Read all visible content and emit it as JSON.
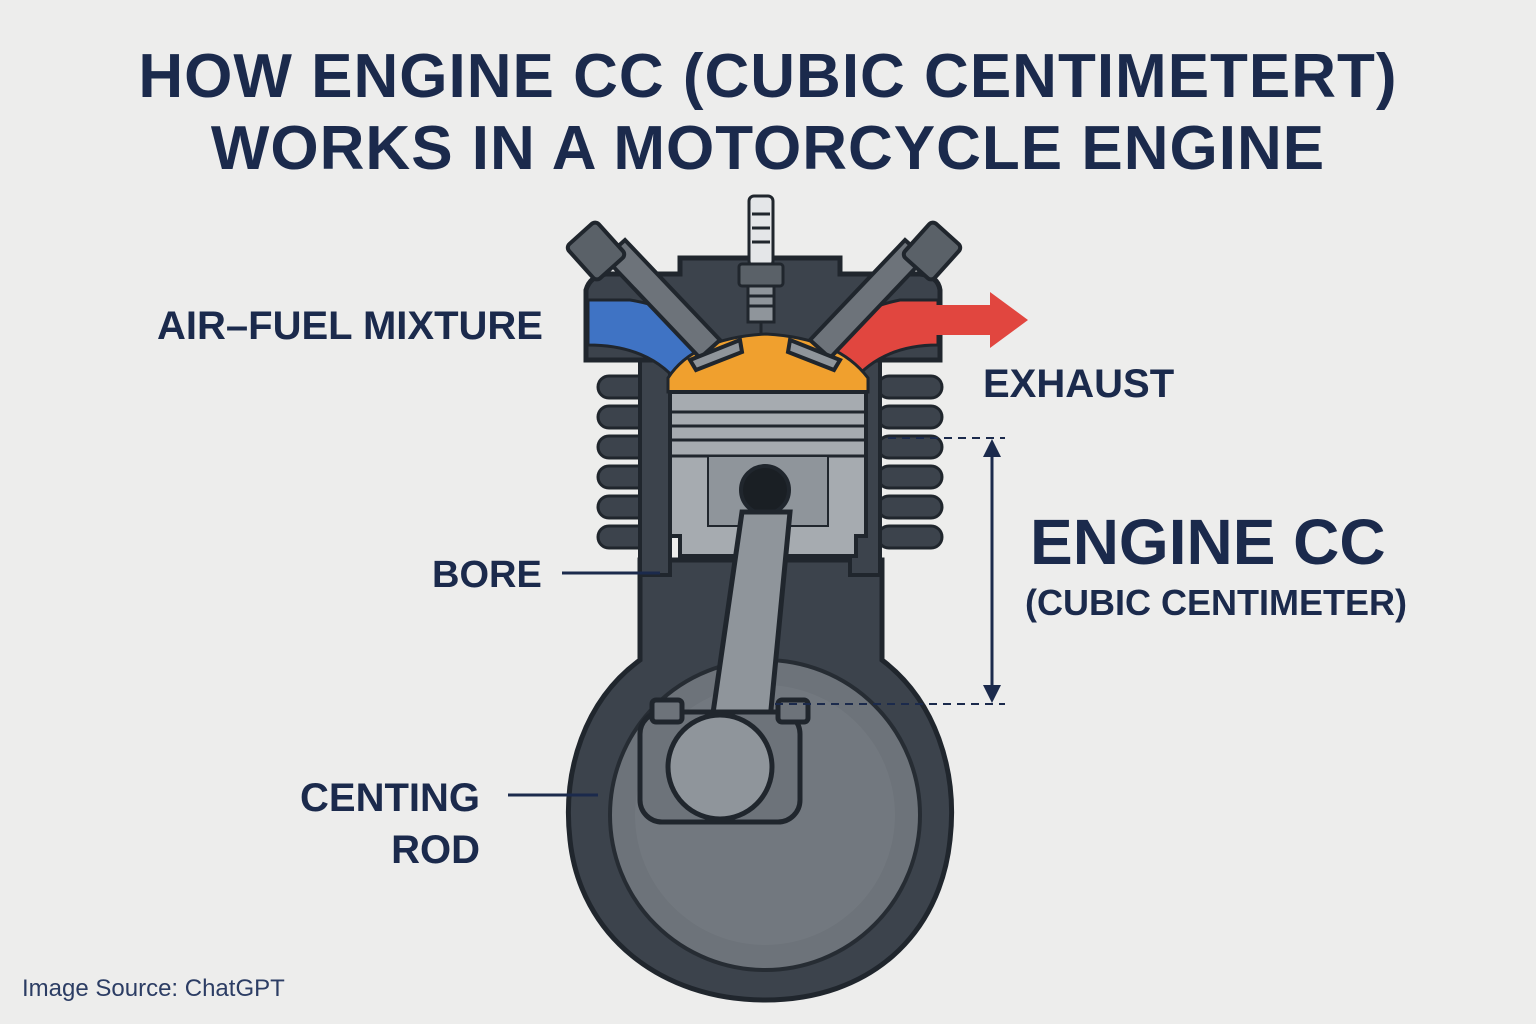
{
  "title": {
    "line1": "HOW ENGINE CC (CUBIC CENTIMETERT)",
    "line2": "WORKS IN A MOTORCYCLE ENGINE"
  },
  "labels": {
    "air_fuel": "AIR–FUEL MIXTURE",
    "exhaust": "EXHAUST",
    "bore": "BORE",
    "rod_line1": "CENTING",
    "rod_line2": "ROD",
    "engine_cc": "ENGINE CC",
    "engine_cc_sub": "(CUBIC CENTIMETER)"
  },
  "source": "Image Source: ChatGPT",
  "colors": {
    "text": "#1b2a4c",
    "intake": "#3f73c4",
    "exhaust": "#e1463f",
    "combustion": "#f0a02e",
    "engine_dark": "#3c434c",
    "piston": "#a6abb0",
    "background": "#ededec"
  }
}
